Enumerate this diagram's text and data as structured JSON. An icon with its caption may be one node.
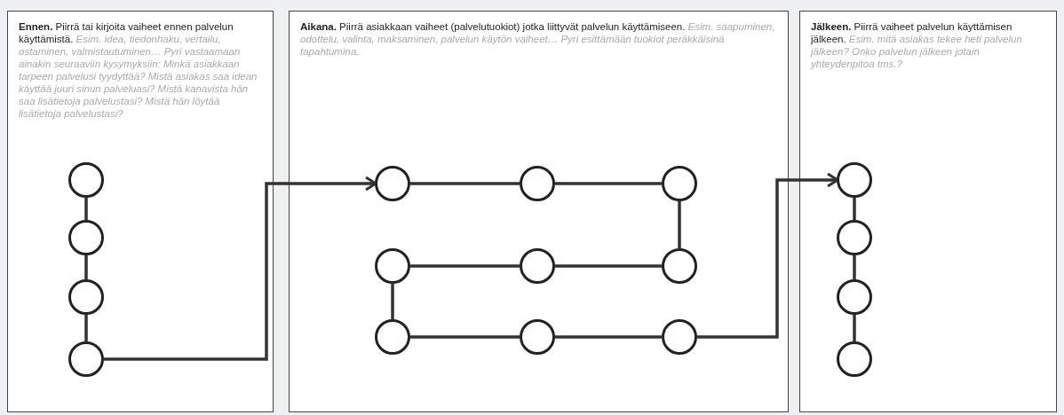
{
  "diagram": {
    "nodes": [
      {
        "text": [
          "**Ennen.** Piirrä tai kirjoita vaiheet ennen palvelun käyttämistä.",
          "Esim. idea, tiedonhaku, vertailu, ostaminen, valmistautuminen… Pyri vastaamaan ainakin seuraaviin kysymyksiin: Minkä asiakkaan tarpeen palvelusi tyydyttää? Mistä asiakas saa idean käyttää juuri sinun palveluasi? Mistä kanavista hän saa lisätietoja palvelustasi? Mistä hän löytää lisätietoja palvelustasi?"
        ]
      },
      {
        "text": [],
        "shape": "circle",
        "in": 0
      },
      {
        "text": [],
        "shape": "circle",
        "in": 0
      },
      {
        "text": [],
        "shape": "circle",
        "in": 0
      },
      {
        "text": [],
        "shape": "circle",
        "in": 0
      },
      {
        "text": [
          "**Aikana.** Piirrä asiakkaan vaiheet (palvelutuokiot) jotka liittyvät palvelun käyttämiseen.",
          "Esim. saapuminen, odottelu, valinta, maksaminen, palvelun käytön vaiheet… Pyri esittämään tuokiot peräkkäisinä tapahtumina."
        ]
      },
      {
        "text": [],
        "shape": "circle",
        "in": 5
      },
      {
        "text": [],
        "shape": "circle",
        "in": 5
      },
      {
        "text": [],
        "shape": "circle",
        "in": 5
      },
      {
        "text": [],
        "shape": "circle",
        "in": 5
      },
      {
        "text": [],
        "shape": "circle",
        "in": 5
      },
      {
        "text": [],
        "shape": "circle",
        "in": 5
      },
      {
        "text": [],
        "shape": "circle",
        "in": 5
      },
      {
        "text": [],
        "shape": "circle",
        "in": 5
      },
      {
        "text": [],
        "shape": "circle",
        "in": 5
      },
      {
        "text": [
          "**Jälkeen.** Piirrä vaiheet palvelun käyttämisen jälkeen.",
          "Esim. mitä asiakas tekee heti palvelun jälkeen? Onko palvelun jälkeen jotain yhteydenpitoa tms.?"
        ]
      },
      {
        "text": [],
        "shape": "circle",
        "in": 15
      },
      {
        "text": [],
        "shape": "circle",
        "in": 15
      },
      {
        "text": [],
        "shape": "circle",
        "in": 15
      },
      {
        "text": [],
        "shape": "circle",
        "in": 15
      }
    ],
    "edges": [
      {
        "from": 1,
        "to": 2,
        "arrow": "none"
      },
      {
        "from": 2,
        "to": 3,
        "arrow": "none"
      },
      {
        "from": 3,
        "to": 4,
        "arrow": "none"
      },
      {
        "from": 4,
        "to": 6,
        "arrow": "to"
      },
      {
        "from": 6,
        "to": 7,
        "arrow": "none"
      },
      {
        "from": 7,
        "to": 8,
        "arrow": "none"
      },
      {
        "from": 8,
        "to": 11,
        "arrow": "none"
      },
      {
        "from": 11,
        "to": 10,
        "arrow": "none"
      },
      {
        "from": 10,
        "to": 9,
        "arrow": "none"
      },
      {
        "from": 9,
        "to": 12,
        "arrow": "none"
      },
      {
        "from": 12,
        "to": 13,
        "arrow": "none"
      },
      {
        "from": 13,
        "to": 14,
        "arrow": "none"
      },
      {
        "from": 14,
        "to": 16,
        "arrow": "to"
      },
      {
        "from": 16,
        "to": 17,
        "arrow": "none"
      },
      {
        "from": 17,
        "to": 18,
        "arrow": "none"
      },
      {
        "from": 18,
        "to": 19,
        "arrow": "none"
      }
    ]
  }
}
